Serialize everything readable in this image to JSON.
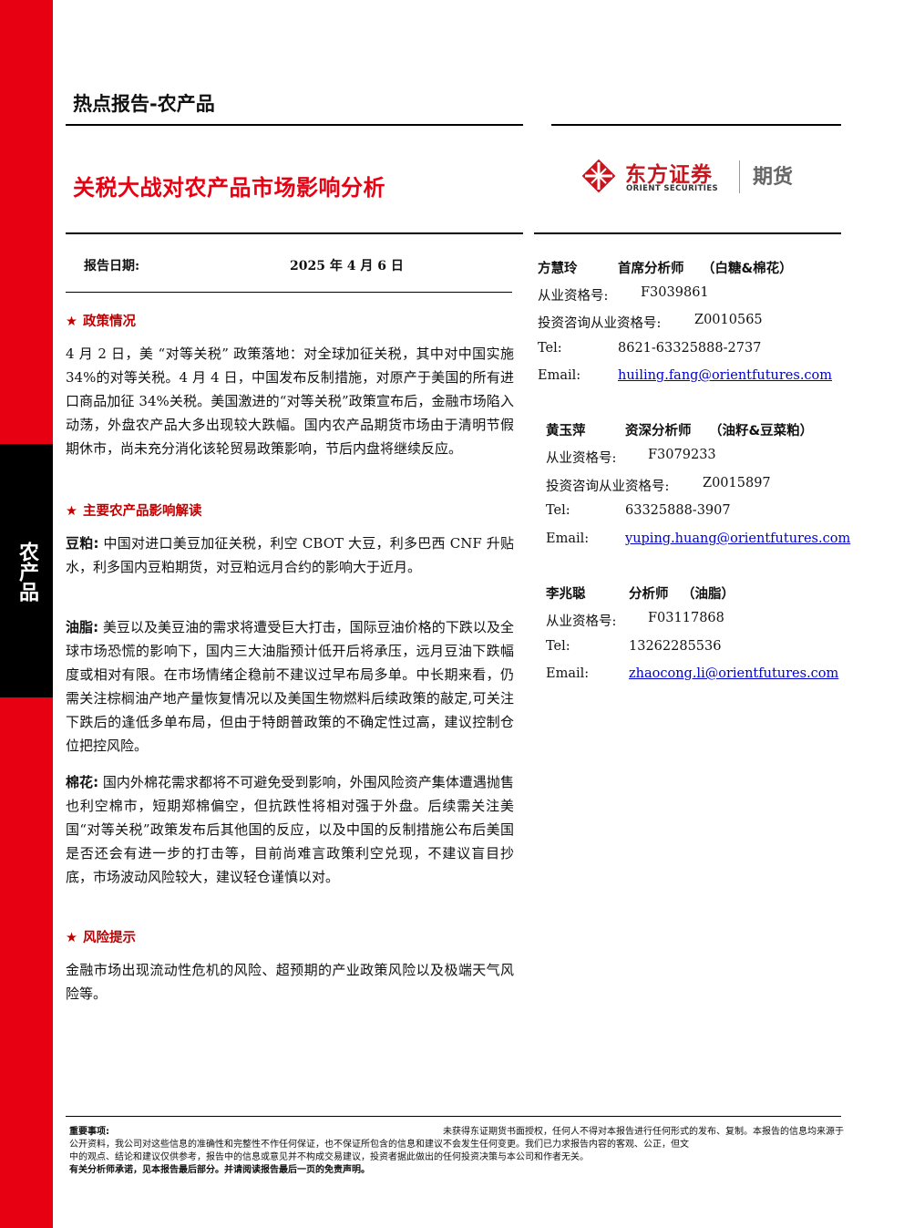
{
  "sidebar": {
    "category": "农产品"
  },
  "header": {
    "report_type": "热点报告-农产品",
    "title": "关税大战对农产品市场影响分析"
  },
  "brand": {
    "name_cn": "东方证券",
    "name_en": "ORIENT SECURITIES",
    "division": "期货",
    "color_red": "#e60012"
  },
  "report_date": {
    "label": "报告日期:",
    "value": "2025 年 4 月 6 日"
  },
  "sections": {
    "policy": {
      "heading": "政策情况",
      "text": "4 月 2 日，美 “对等关税” 政策落地：对全球加征关税，其中对中国实施 34%的对等关税。4 月 4 日，中国发布反制措施，对原产于美国的所有进口商品加征 34%关税。美国激进的“对等关税”政策宣布后，金融市场陷入动荡，外盘农产品大多出现较大跌幅。国内农产品期货市场由于清明节假期休市，尚未充分消化该轮贸易政策影响，节后内盘将继续反应。"
    },
    "impact": {
      "heading": "主要农产品影响解读",
      "soymeal_lead": "豆粕:",
      "soymeal_text": " 中国对进口美豆加征关税，利空 CBOT 大豆，利多巴西 CNF 升贴水，利多国内豆粕期货，对豆粕远月合约的影响大于近月。",
      "oil_lead": "油脂:",
      "oil_text": " 美豆以及美豆油的需求将遭受巨大打击，国际豆油价格的下跌以及全球市场恐慌的影响下，国内三大油脂预计低开后将承压，远月豆油下跌幅度或相对有限。在市场情绪企稳前不建议过早布局多单。中长期来看，仍需关注棕榈油产地产量恢复情况以及美国生物燃料后续政策的敲定,可关注下跌后的逢低多单布局，但由于特朗普政策的不确定性过高，建议控制仓位把控风险。",
      "cotton_lead": "棉花:",
      "cotton_text": " 国内外棉花需求都将不可避免受到影响，外围风险资产集体遭遇抛售也利空棉市，短期郑棉偏空，但抗跌性将相对强于外盘。后续需关注美国“对等关税”政策发布后其他国的反应，以及中国的反制措施公布后美国是否还会有进一步的打击等，目前尚难言政策利空兑现，不建议盲目抄底，市场波动风险较大，建议轻仓谨慎以对。"
    },
    "risk": {
      "heading": "风险提示",
      "text": "金融市场出现流动性危机的风险、超预期的产业政策风险以及极端天气风险等。"
    }
  },
  "analysts": [
    {
      "name": "方慧玲",
      "title": "首席分析师",
      "coverage": "（白糖&棉花）",
      "license_label": "从业资格号:",
      "license": "F3039861",
      "advisory_label": "投资咨询从业资格号:",
      "advisory": "Z0010565",
      "tel_label": "Tel:",
      "tel": "8621-63325888-2737",
      "email_label": "Email:",
      "email": "huiling.fang@orientfutures.com"
    },
    {
      "name": "黄玉萍",
      "title": "资深分析师",
      "coverage": "（油籽&豆菜粕）",
      "license_label": "从业资格号:",
      "license": "F3079233",
      "advisory_label": "投资咨询从业资格号:",
      "advisory": "Z0015897",
      "tel_label": "Tel:",
      "tel": "63325888-3907",
      "email_label": "Email:",
      "email": "yuping.huang@orientfutures.com"
    },
    {
      "name": "李兆聪",
      "title": "分析师",
      "coverage": "（油脂）",
      "license_label": "从业资格号:",
      "license": "F03117868",
      "tel_label": "Tel:",
      "tel": "13262285536",
      "email_label": "Email:",
      "email": "zhaocong.li@orientfutures.com"
    }
  ],
  "notice": {
    "label": "重要事项:",
    "line1": "未获得东证期货书面授权，任何人不得对本报告进行任何形式的发布、复制。本报告的信息均来源于",
    "line2": "公开资料，我公司对这些信息的准确性和完整性不作任何保证，也不保证所包含的信息和建议不会发生任何变更。我们已力求报告内容的客观、公正，但文",
    "line3": "中的观点、结论和建议仅供参考，报告中的信息或意见并不构成交易建议，投资者据此做出的任何投资决策与本公司和作者无关。",
    "line4": "有关分析师承诺，见本报告最后部分。并请阅读报告最后一页的免责声明。"
  }
}
